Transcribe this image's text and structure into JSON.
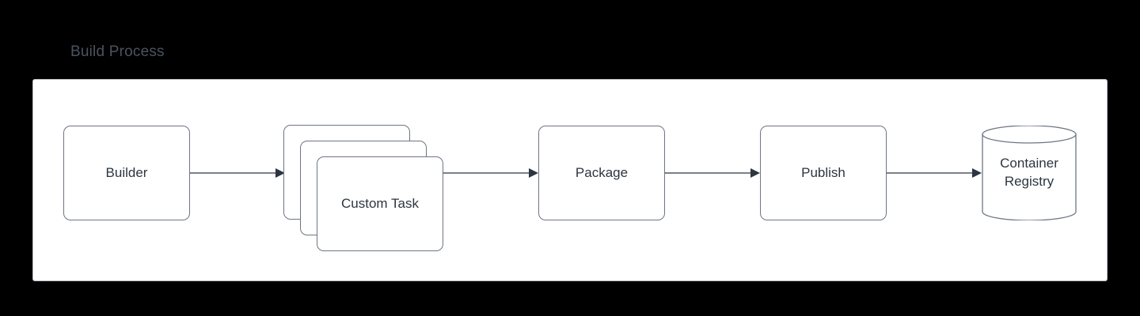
{
  "diagram": {
    "title": "Build Process",
    "title_color": "#4a5360",
    "background_color": "#000000",
    "panel_fill": "#ffffff",
    "node_stroke": "#6d7684",
    "node_fill": "#ffffff",
    "text_color": "#2c3540",
    "edge_color": "#2c3540",
    "type": "flowchart",
    "direction": "left-to-right",
    "nodes": [
      {
        "id": "builder",
        "label": "Builder",
        "shape": "rounded-rect"
      },
      {
        "id": "custom-task",
        "label": "Custom Task",
        "shape": "stacked-rounded-rect",
        "stack_count": 3
      },
      {
        "id": "custom-task-middle",
        "label": "Custom Task",
        "shape": "rounded-rect"
      },
      {
        "id": "custom-task-back",
        "label": "Custom Task",
        "shape": "rounded-rect"
      },
      {
        "id": "package",
        "label": "Package",
        "shape": "rounded-rect"
      },
      {
        "id": "publish",
        "label": "Publish",
        "shape": "rounded-rect"
      },
      {
        "id": "container-registry",
        "label": "Container Registry",
        "label_line1": "Container",
        "label_line2": "Registry",
        "shape": "cylinder"
      }
    ],
    "edges": [
      {
        "from": "builder",
        "to": "custom-task",
        "arrow": "single"
      },
      {
        "from": "custom-task",
        "to": "package",
        "arrow": "single"
      },
      {
        "from": "package",
        "to": "publish",
        "arrow": "single"
      },
      {
        "from": "publish",
        "to": "container-registry",
        "arrow": "single"
      }
    ]
  }
}
